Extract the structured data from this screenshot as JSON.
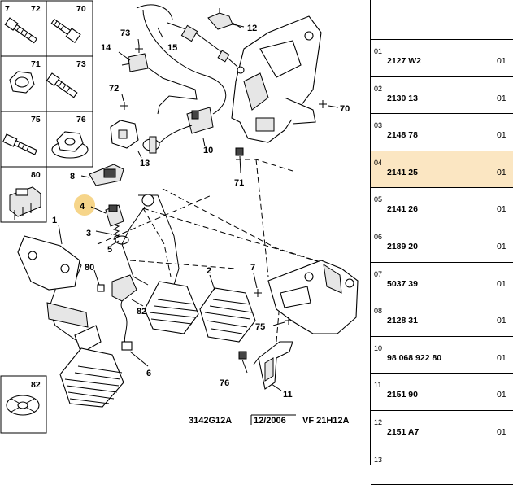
{
  "diagram": {
    "callouts": {
      "c1": "1",
      "c2": "2",
      "c3": "3",
      "c4": "4",
      "c5": "5",
      "c6": "6",
      "c7": "7",
      "c8": "8",
      "c11": "11",
      "c12": "12",
      "c13": "13",
      "c14": "14",
      "c15": "15",
      "c70": "70",
      "c71": "71",
      "c72": "72",
      "c73": "73",
      "c75": "75",
      "c76": "76",
      "c80": "80",
      "c82": "82"
    },
    "legend": {
      "b1": "7",
      "b2": "72",
      "b3": "70",
      "b4": "71",
      "b5": "73",
      "b6": "75",
      "b7": "76",
      "b8": "80",
      "b9": "82"
    },
    "footer": {
      "code": "3142G12A",
      "date": "12/2006",
      "model": "VF 21H12A"
    },
    "highlight_color": "#f6d58a"
  },
  "parts_table": {
    "rows": [
      {
        "num": "01",
        "ref": "2127 W2",
        "qty": "01"
      },
      {
        "num": "02",
        "ref": "2130 13",
        "qty": "01"
      },
      {
        "num": "03",
        "ref": "2148 78",
        "qty": "01"
      },
      {
        "num": "04",
        "ref": "2141 25",
        "qty": "01",
        "highlight": true
      },
      {
        "num": "05",
        "ref": "2141 26",
        "qty": "01"
      },
      {
        "num": "06",
        "ref": "2189 20",
        "qty": "01"
      },
      {
        "num": "07",
        "ref": "5037 39",
        "qty": "01"
      },
      {
        "num": "08",
        "ref": "2128 31",
        "qty": "01"
      },
      {
        "num": "10",
        "ref": "98 068 922 80",
        "qty": "01"
      },
      {
        "num": "11",
        "ref": "2151 90",
        "qty": "01"
      },
      {
        "num": "12",
        "ref": "2151 A7",
        "qty": "01"
      },
      {
        "num": "13",
        "ref": "",
        "qty": ""
      }
    ],
    "row_highlight_color": "#fbe6c2"
  }
}
